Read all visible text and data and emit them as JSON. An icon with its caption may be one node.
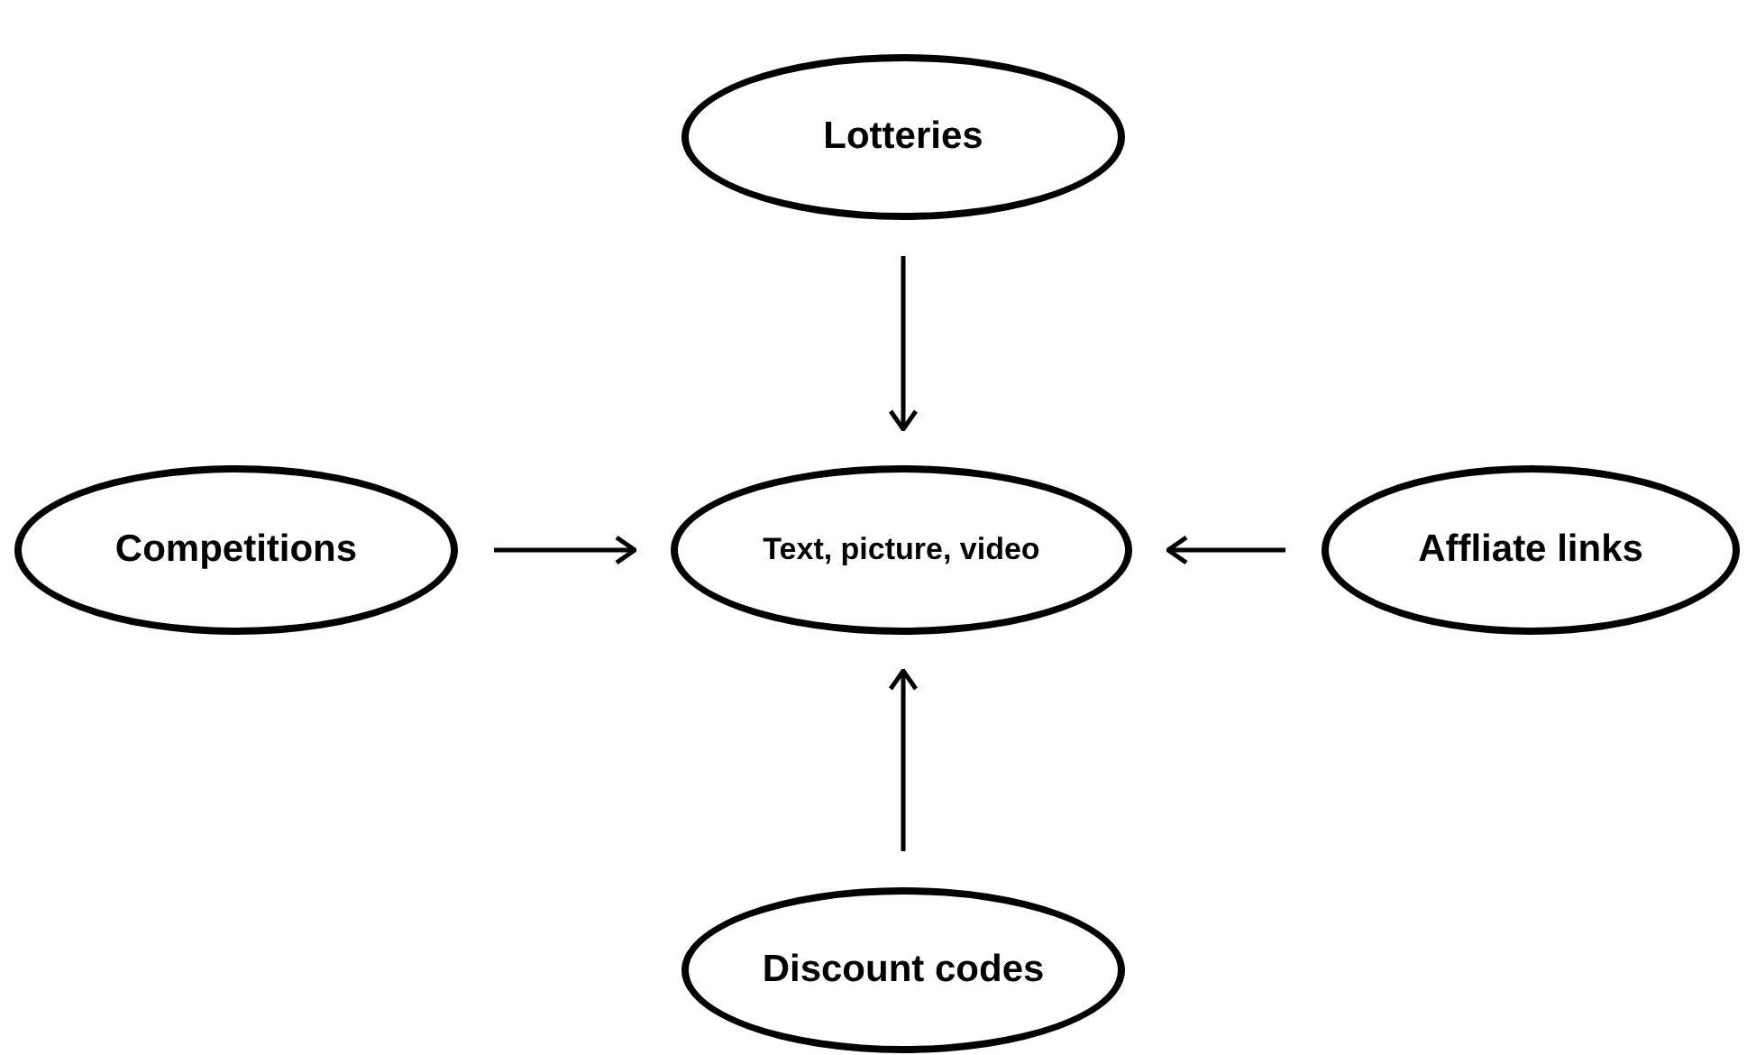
{
  "diagram": {
    "nodes": [
      {
        "text": [
          "Lotteries"
        ]
      },
      {
        "text": [
          "Competitions"
        ]
      },
      {
        "text": [
          "Text, picture, video"
        ]
      },
      {
        "text": [
          "Affliate links"
        ]
      },
      {
        "text": [
          "Discount codes"
        ]
      }
    ],
    "edges": [
      {
        "from": 0,
        "to": 2,
        "arrow": "to"
      },
      {
        "from": 1,
        "to": 2,
        "arrow": "to"
      },
      {
        "from": 3,
        "to": 2,
        "arrow": "to"
      },
      {
        "from": 4,
        "to": 2,
        "arrow": "to"
      }
    ]
  }
}
